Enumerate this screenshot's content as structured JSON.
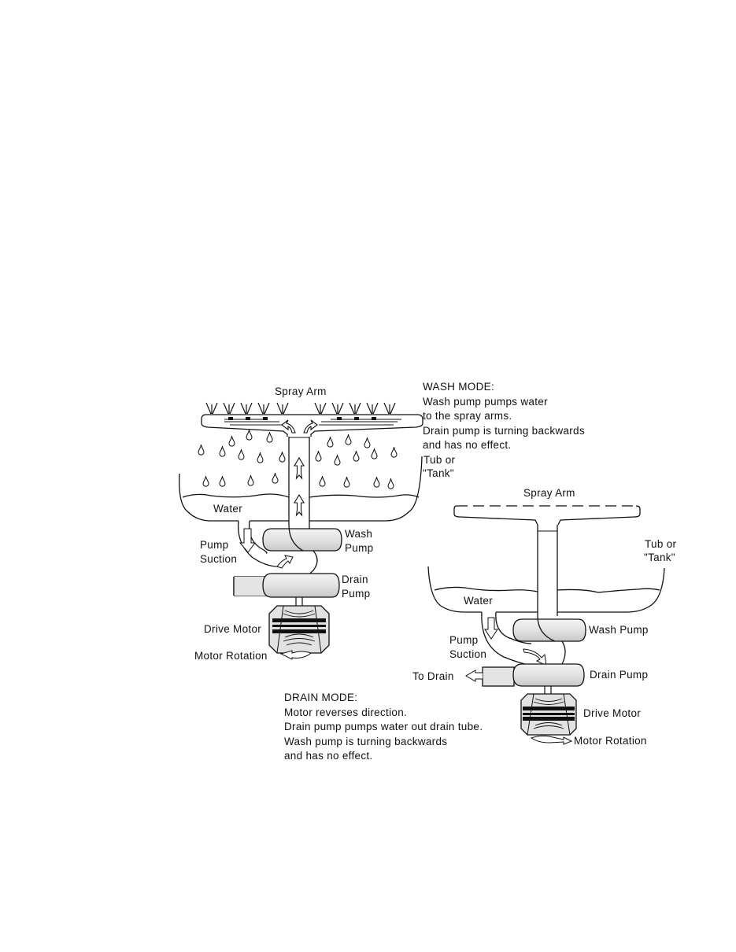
{
  "diagram": {
    "type": "dishwasher-pump-operation",
    "colors": {
      "line": "#111111",
      "fill_gray": "#e6e6e6",
      "background": "#ffffff"
    },
    "wash_mode": {
      "labels": {
        "spray_arm": "Spray Arm",
        "tub": [
          "Tub or",
          "\"Tank\""
        ],
        "water": "Water",
        "pump_suction": [
          "Pump",
          "Suction"
        ],
        "wash_pump": [
          "Wash",
          "Pump"
        ],
        "drain_pump": [
          "Drain",
          "Pump"
        ],
        "drive_motor": "Drive Motor",
        "motor_rotation": "Motor Rotation"
      },
      "description": {
        "title": "WASH MODE:",
        "lines": [
          "Wash pump pumps water",
          "to the spray arms.",
          "Drain pump is turning backwards",
          "and has no effect."
        ]
      }
    },
    "drain_mode": {
      "labels": {
        "spray_arm": "Spray Arm",
        "tub": [
          "Tub or",
          "\"Tank\""
        ],
        "water": "Water",
        "pump_suction": [
          "Pump",
          "Suction"
        ],
        "wash_pump": "Wash Pump",
        "drain_pump": "Drain Pump",
        "to_drain": "To Drain",
        "drive_motor": "Drive Motor",
        "motor_rotation": "Motor Rotation"
      },
      "description": {
        "title": "DRAIN MODE:",
        "lines": [
          "Motor reverses direction.",
          "Drain pump pumps water out drain tube.",
          "Wash pump is turning backwards",
          "and has no effect."
        ]
      }
    }
  }
}
